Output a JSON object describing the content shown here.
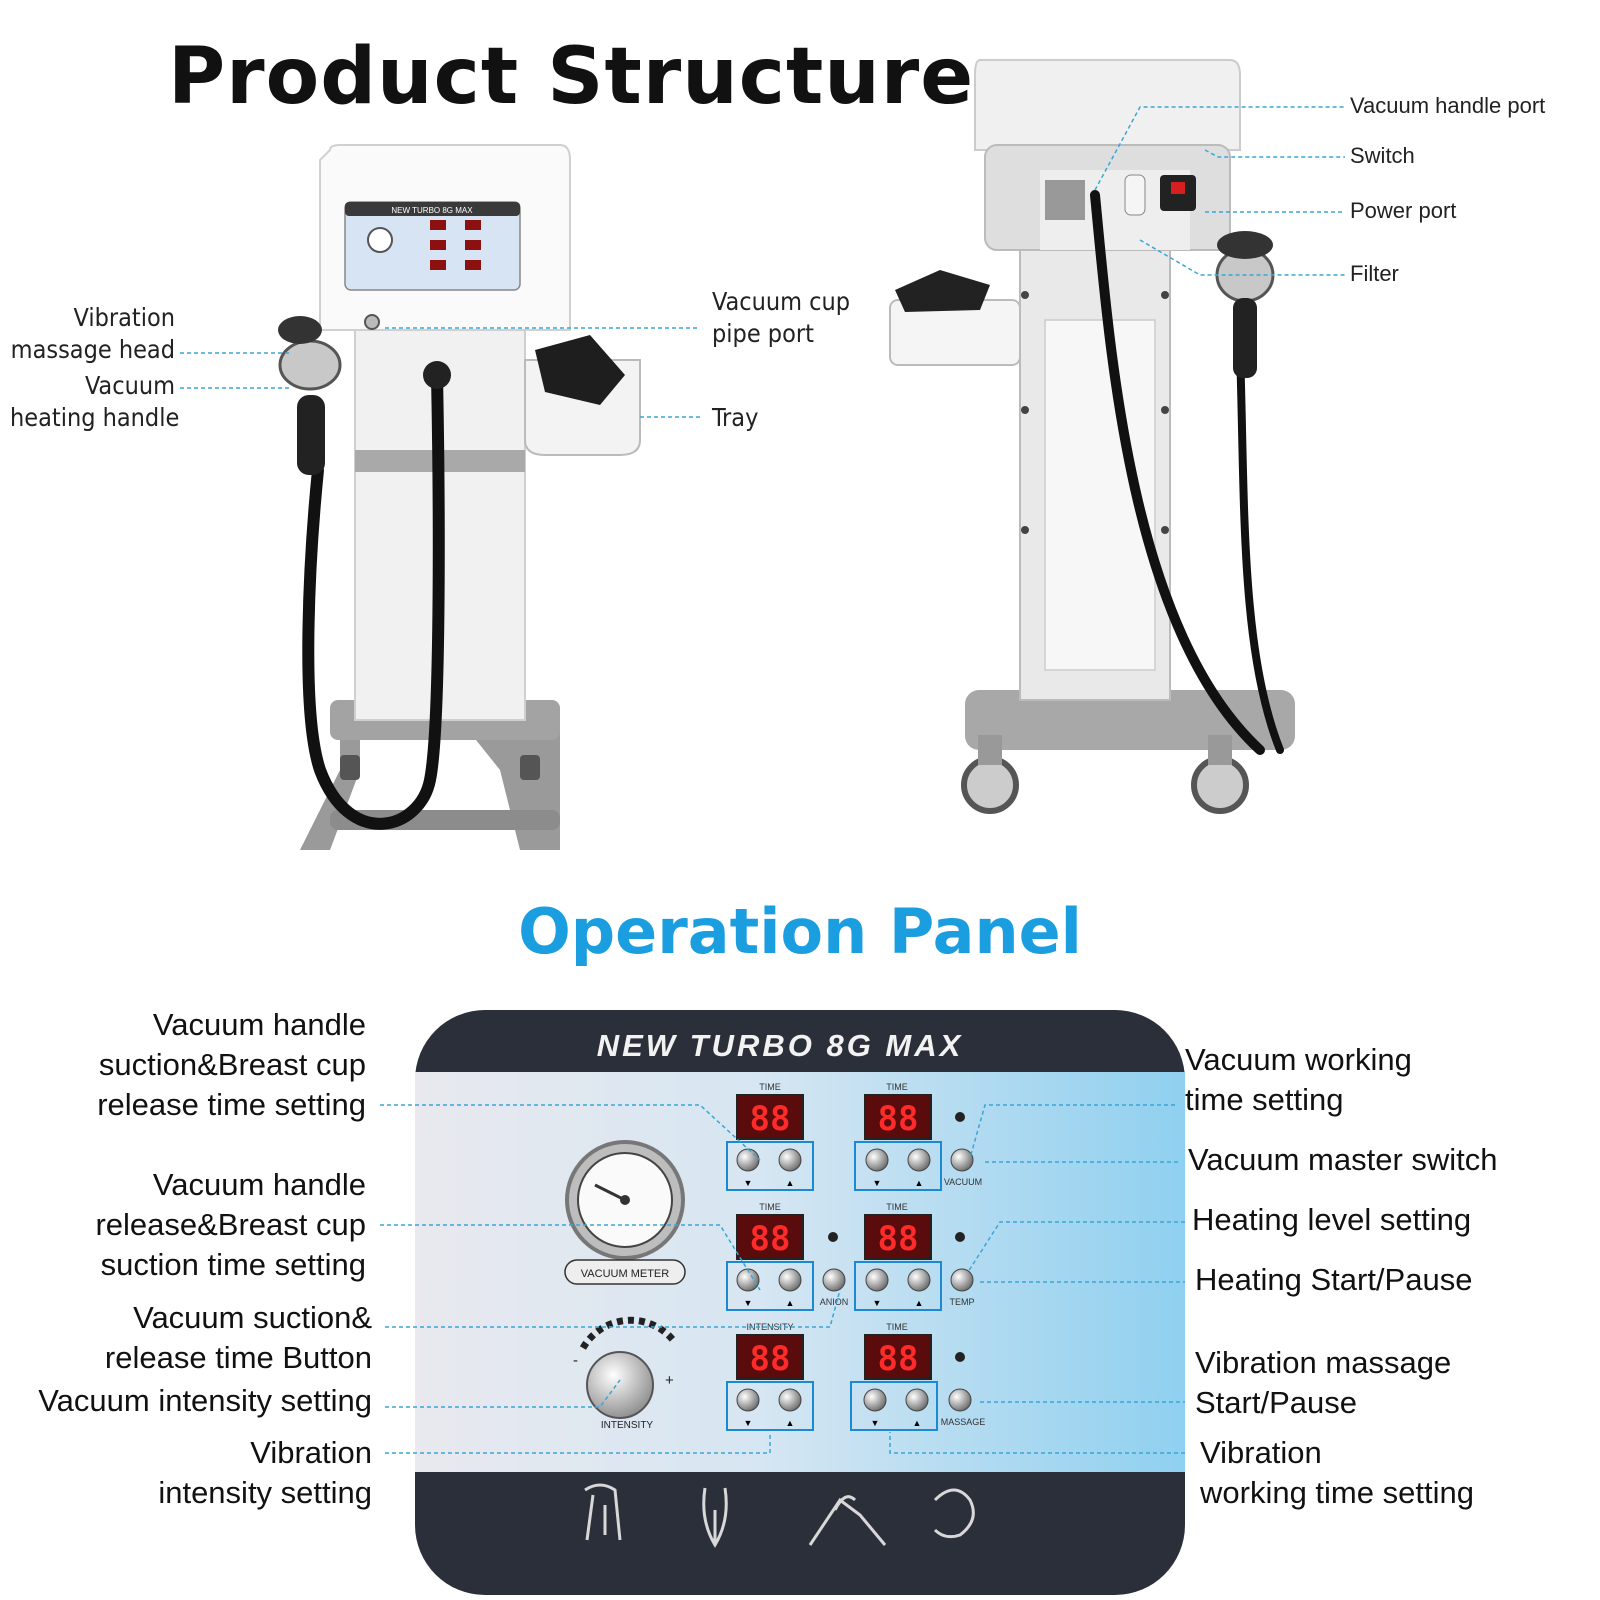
{
  "headings": {
    "product_structure": "Product Structure",
    "operation_panel": "Operation Panel"
  },
  "front_view": {
    "brand": "NEW TURBO 8G MAX",
    "labels": {
      "vibration_massage_head": [
        "Vibration",
        "massage head"
      ],
      "vacuum_heating_handle": [
        "Vacuum",
        "heating handle"
      ],
      "vacuum_cup_pipe_port": [
        "Vacuum cup",
        "pipe port"
      ],
      "tray": "Tray"
    }
  },
  "rear_view": {
    "labels": {
      "vacuum_handle_port": "Vacuum handle port",
      "switch": "Switch",
      "power_port": "Power port",
      "filter": "Filter"
    }
  },
  "panel": {
    "brand": "NEW TURBO 8G MAX",
    "display_value": "88",
    "gauge_label": "VACUUM METER",
    "knob_label": "INTENSITY",
    "knob_minus": "-",
    "knob_plus": "+",
    "section_labels": {
      "time": "TIME",
      "intensity": "INTENSITY",
      "vacuum": "VACUUM",
      "anion": "ANION",
      "temp": "TEMP",
      "massage": "MASSAGE"
    },
    "arrows": {
      "down": "▼",
      "up": "▲"
    },
    "callouts_left": {
      "suction_release": [
        "Vacuum handle",
        "suction&Breast cup",
        "release time setting"
      ],
      "release_suction": [
        "Vacuum handle",
        "release&Breast cup",
        "suction time setting"
      ],
      "time_button": [
        "Vacuum suction&",
        "release time Button"
      ],
      "vacuum_intensity": "Vacuum intensity setting",
      "vibration_intensity": [
        "Vibration",
        "intensity setting"
      ]
    },
    "callouts_right": {
      "vacuum_working_time": [
        "Vacuum working",
        "time setting"
      ],
      "vacuum_master_switch": "Vacuum master switch",
      "heating_level": "Heating level setting",
      "heating_start": "Heating Start/Pause",
      "vibration_start": [
        "Vibration massage",
        "Start/Pause"
      ],
      "vibration_time": [
        "Vibration",
        "working time setting"
      ]
    }
  }
}
